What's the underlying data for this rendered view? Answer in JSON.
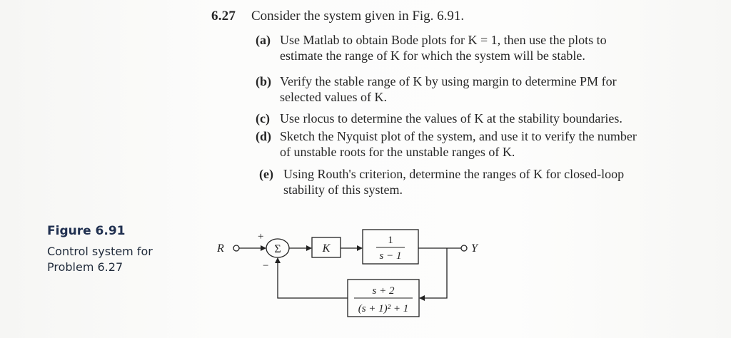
{
  "problem": {
    "number": "6.27",
    "stem": "Consider the system given in Fig. 6.91.",
    "parts": [
      {
        "label": "(a)",
        "line1": "Use Matlab to obtain Bode plots for K = 1, then use the plots to",
        "line2": "estimate the range of K for which the system will be stable."
      },
      {
        "label": "(b)",
        "line1": "Verify the stable range of K by using margin to determine PM for",
        "line2": "selected values of K."
      },
      {
        "label": "(c)",
        "line1": "Use rlocus to determine the values of K at the stability boundaries.",
        "line2": ""
      },
      {
        "label": "(d)",
        "line1": "Sketch the Nyquist plot of the system, and use it to verify the number",
        "line2": "of unstable roots for the unstable ranges of K."
      },
      {
        "label": "(e)",
        "line1": "Using Routh's criterion, determine the ranges of K for closed-loop",
        "line2": "stability of this system."
      }
    ]
  },
  "figure": {
    "title": "Figure 6.91",
    "caption": "Control system for Problem 6.27"
  },
  "diagram": {
    "input_label": "R",
    "output_label": "Y",
    "sum_symbol": "Σ",
    "plus_sign": "+",
    "minus_sign": "−",
    "gain_label": "K",
    "plant_num": "1",
    "plant_den": "s − 1",
    "feedback_num": "s + 2",
    "feedback_den": "(s + 1)² + 1"
  }
}
